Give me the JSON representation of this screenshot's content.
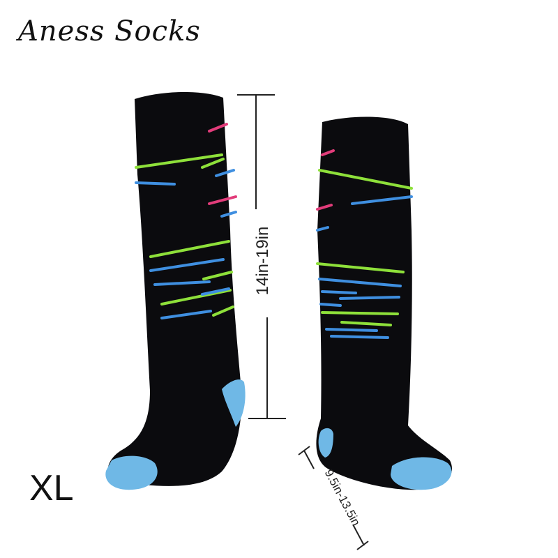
{
  "brand": {
    "name": "Aness Socks"
  },
  "size": {
    "label": "XL"
  },
  "dimensions": {
    "height_label": "14in-19in",
    "foot_label": "9.5in-13.5in"
  },
  "colors": {
    "sock_body": "#0b0b0e",
    "heel_toe": "#6fb8e6",
    "stripe_green": "#8ee03a",
    "stripe_blue": "#3f8fe0",
    "stripe_pink": "#e23c7a"
  }
}
